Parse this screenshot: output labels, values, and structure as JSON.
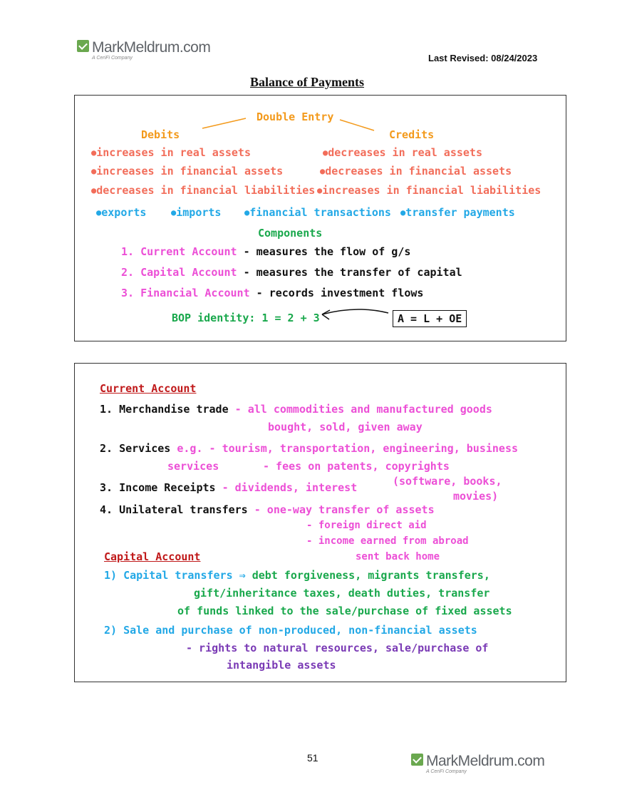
{
  "header": {
    "logo_name": "MarkMeldrum.com",
    "logo_sub": "A CeriFi Company",
    "last_revised": "Last Revised: 08/24/2023",
    "title": "Balance of Payments"
  },
  "box1": {
    "double_entry": "Double Entry",
    "debits_header": "Debits",
    "credits_header": "Credits",
    "debits": [
      "increases in real assets",
      "increases in financial assets",
      "decreases in financial liabilities"
    ],
    "credits": [
      "decreases in real assets",
      "decreases in financial assets",
      "increases in financial liabilities"
    ],
    "types": [
      "exports",
      "imports",
      "financial transactions",
      "transfer payments"
    ],
    "components_header": "Components",
    "components": [
      {
        "num": "1.",
        "name": "Current Account",
        "desc": " - measures the flow of g/s"
      },
      {
        "num": "2.",
        "name": "Capital Account",
        "desc": " - measures the transfer of capital"
      },
      {
        "num": "3.",
        "name": "Financial Account",
        "desc": " - records investment flows"
      }
    ],
    "identity": "BOP identity: 1 = 2 + 3",
    "equation": "A = L + OE"
  },
  "box2": {
    "current_header": "Current Account",
    "item1_label": "1. Merchandise trade",
    "item1_desc1": " - all commodities and manufactured goods",
    "item1_desc2": "bought, sold, given away",
    "item2_label": "2. Services",
    "item2_desc1": " e.g. - tourism, transportation, engineering, business",
    "item2_desc2": "services",
    "item2_desc3": "- fees on patents, copyrights",
    "item2_desc4": "(software, books,",
    "item2_desc5": "movies)",
    "item3_label": "3. Income Receipts",
    "item3_desc": " - dividends, interest",
    "item4_label": "4. Unilateral transfers",
    "item4_desc1": " - one-way transfer of assets",
    "item4_desc2": "- foreign direct aid",
    "item4_desc3": "- income earned from abroad",
    "item4_desc4": "sent back home",
    "capital_header": "Capital Account",
    "cap1_label": "1) Capital transfers ⇒",
    "cap1_desc1": " debt forgiveness, migrants transfers,",
    "cap1_desc2": "gift/inheritance taxes, death duties, transfer",
    "cap1_desc3": "of funds linked to the sale/purchase of fixed assets",
    "cap2_label": "2) Sale and purchase of non-produced, non-financial assets",
    "cap2_desc1": "- rights to natural resources, sale/purchase of",
    "cap2_desc2": "intangible assets"
  },
  "footer": {
    "page_number": "51",
    "logo_name": "MarkMeldrum.com",
    "logo_sub": "A CeriFi Company"
  }
}
